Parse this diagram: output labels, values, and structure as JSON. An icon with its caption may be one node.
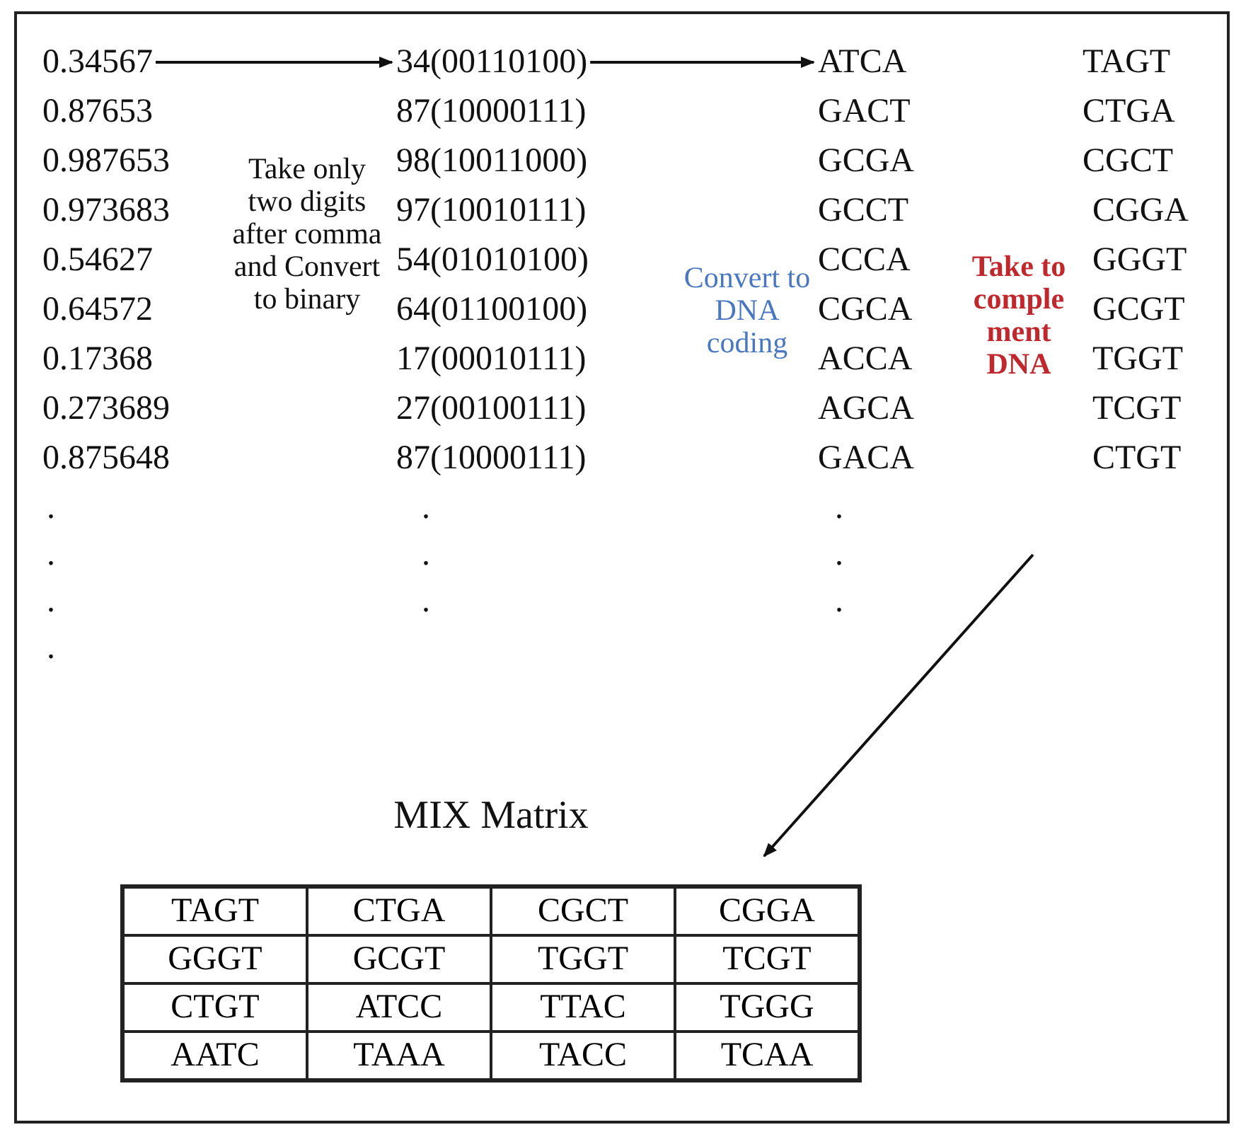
{
  "diagram": {
    "nodes": [
      {
        "text": [
          "0.34567"
        ]
      },
      {
        "text": [
          "34(00110100)"
        ]
      },
      {
        "text": [
          "ATCA"
        ]
      },
      {
        "text": [
          "MIX Matrix"
        ]
      }
    ],
    "edges": [
      {
        "from": 0,
        "to": 1,
        "arrow": "to"
      },
      {
        "from": 1,
        "to": 2,
        "arrow": "to"
      },
      {
        "from": null,
        "to": 3,
        "arrow": "to"
      }
    ],
    "labels": [
      "0.87653",
      "0.987653",
      "0.973683",
      "0.54627",
      "0.64572",
      "0.17368",
      "0.273689",
      "0.875648",
      "Take only two digits after comma and Convert to binary",
      "87(10000111)",
      "98(10011000)",
      "97(10010111)",
      "54(01010100)",
      "64(01100100)",
      "17(00010111)",
      "27(00100111)",
      "87(10000111)",
      "Convert to DNA coding",
      "GACT",
      "GCGA",
      "GCCT",
      "CCCA",
      "CGCA",
      "ACCA",
      "AGCA",
      "GACA",
      "Take to comple ment DNA",
      "TAGT",
      "CTGA",
      "CGCT",
      "CGGA",
      "GGGT",
      "GCGT",
      "TGGT",
      "TCGT",
      "CTGT",
      ".",
      ".",
      ".",
      ".",
      ".",
      ".",
      ".",
      ".",
      ".",
      ".",
      "TAGT",
      "CTGA",
      "CGCT",
      "CGGA",
      "GGGT",
      "GCGT",
      "TGGT",
      "TCGT",
      "CTGT",
      "ATCC",
      "TTAC",
      "TGGG",
      "AATC",
      "TAAA",
      "TACC",
      "TCAA"
    ]
  }
}
